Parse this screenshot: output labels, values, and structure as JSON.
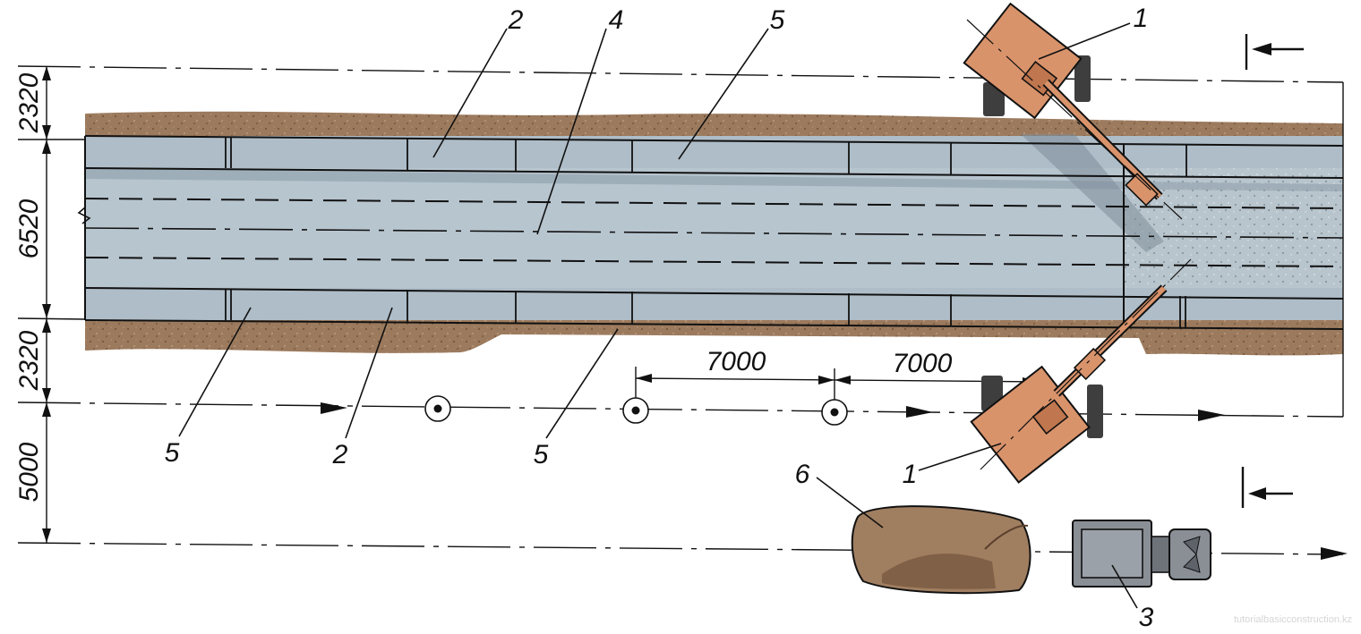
{
  "dimensions": {
    "left": [
      "2320",
      "6520",
      "2320",
      "5000"
    ],
    "spacing": [
      "7000",
      "7000"
    ]
  },
  "callouts": {
    "top": [
      "2",
      "4",
      "5",
      "1"
    ],
    "bottom": [
      "5",
      "2",
      "5",
      "1",
      "6",
      "3"
    ]
  },
  "watermark": "tutorialbasicconstruction.kz",
  "colors": {
    "soil": "#9a7658",
    "slab": "#b4c2cc",
    "slab_dark": "#8a9aa8",
    "concrete": "#bcc7cf",
    "machine": "#d9936b",
    "machine_dark": "#b06b45",
    "vehicle": "#8a8f96",
    "line": "#111111"
  },
  "icons": [
    "crane-icon",
    "section-arrow-icon",
    "axis-marker-icon",
    "truck-icon",
    "soil-pile-icon"
  ]
}
